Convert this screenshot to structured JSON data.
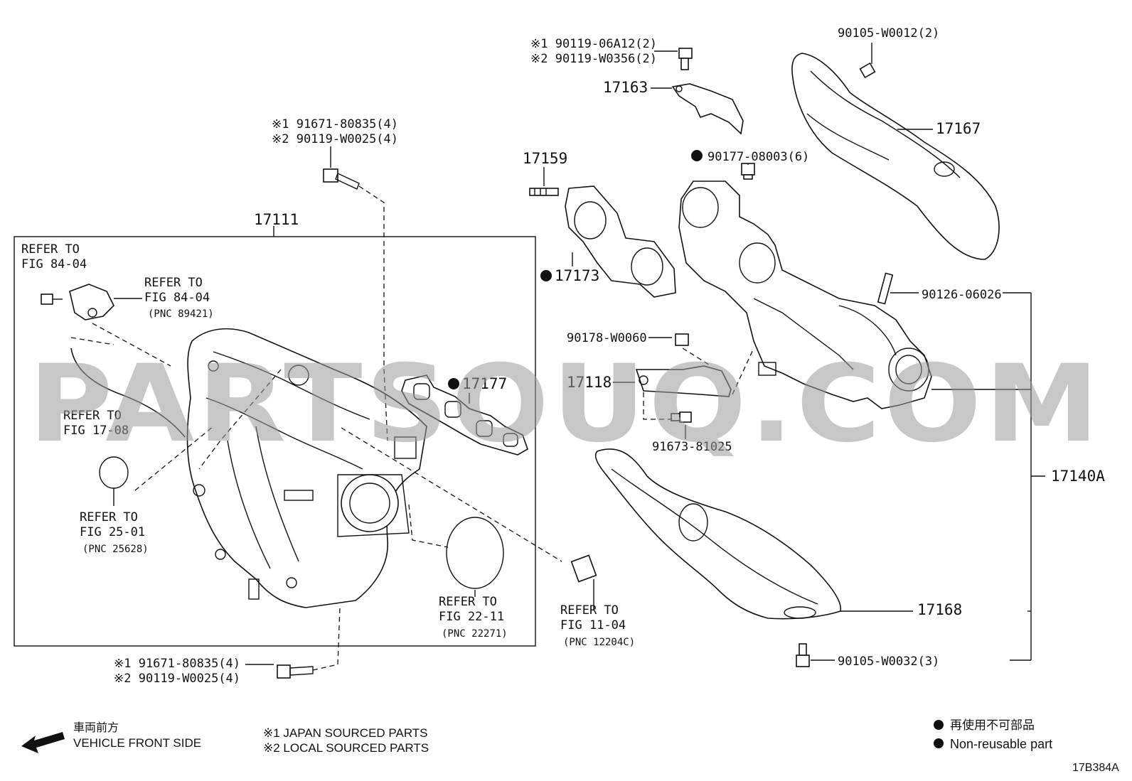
{
  "watermark": "PARTSOUQ.COM",
  "figure_code": "17B384A",
  "part_numbers": {
    "p17111": "17111",
    "p17163": "17163",
    "p17167": "17167",
    "p17159": "17159",
    "p17173": "17173",
    "p17177": "17177",
    "p17118": "17118",
    "p17140A": "17140A",
    "p17168": "17168",
    "b90126": "90126-06026",
    "b90178": "90178-W0060",
    "b91673": "91673-81025",
    "b90177": "90177-08003(6)",
    "b90105_top": "90105-W0012(2)",
    "b90105_bot": "90105-W0032(3)"
  },
  "bolt_variants": {
    "top_center": [
      "※1 91671-80835(4)",
      "※2 90119-W0025(4)"
    ],
    "bottom_left": [
      "※1 91671-80835(4)",
      "※2 90119-W0025(4)"
    ],
    "top_bracket": [
      "※1 90119-06A12(2)",
      "※2 90119-W0356(2)"
    ]
  },
  "refer_notes": {
    "fig8404_a": [
      "REFER TO",
      "FIG 84-04"
    ],
    "fig8404_b": [
      "REFER TO",
      "FIG 84-04",
      "(PNC 89421)"
    ],
    "fig1708": [
      "REFER TO",
      "FIG 17-08"
    ],
    "fig2501": [
      "REFER TO",
      "FIG 25-01",
      "(PNC 25628)"
    ],
    "fig2211": [
      "REFER TO",
      "FIG 22-11",
      "(PNC 22271)"
    ],
    "fig1104": [
      "REFER TO",
      "FIG 11-04",
      "(PNC 12204C)"
    ]
  },
  "legend": {
    "front_jp": "車両前方",
    "front_en": "VEHICLE FRONT SIDE",
    "src1": "※1  JAPAN SOURCED PARTS",
    "src2": "※2  LOCAL SOURCED PARTS",
    "nonreuse_jp": "再使用不可部品",
    "nonreuse_en": "Non-reusable part"
  }
}
